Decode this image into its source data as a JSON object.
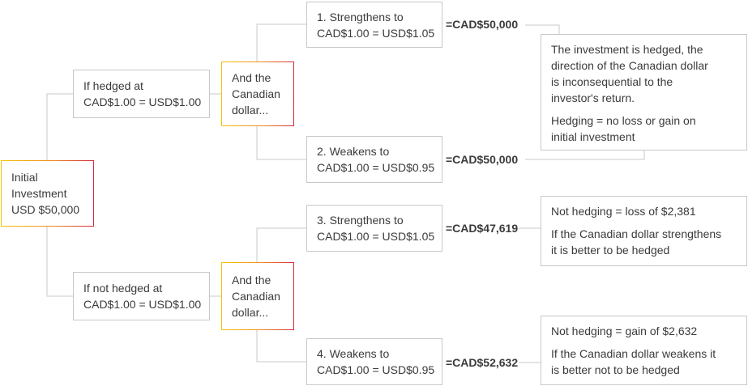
{
  "root": {
    "lines": [
      "Initial",
      "Investment",
      "USD $50,000"
    ]
  },
  "hedged": {
    "lines": [
      "If hedged at",
      "CAD$1.00 = USD$1.00"
    ]
  },
  "not_hedged": {
    "lines": [
      "If not hedged at",
      "CAD$1.00 = USD$1.00"
    ]
  },
  "and_dollar": {
    "lines": [
      "And the",
      "Canadian",
      "dollar..."
    ]
  },
  "outcomes": [
    {
      "lines": [
        "1. Strengthens to",
        "CAD$1.00 = USD$1.05"
      ],
      "result": "=CAD$50,000"
    },
    {
      "lines": [
        "2. Weakens to",
        "CAD$1.00 = USD$0.95"
      ],
      "result": "=CAD$50,000"
    },
    {
      "lines": [
        "3. Strengthens to",
        "CAD$1.00 = USD$1.05"
      ],
      "result": "=CAD$47,619"
    },
    {
      "lines": [
        "4. Weakens to",
        "CAD$1.00 = USD$0.95"
      ],
      "result": "=CAD$52,632"
    }
  ],
  "notes": {
    "hedged": {
      "p1": [
        "The investment is hedged, the",
        "direction of the Canadian dollar",
        "is inconsequential to the",
        "investor's return."
      ],
      "p2": [
        "Hedging = no loss or gain on",
        "initial investment"
      ]
    },
    "strengthen": {
      "p1": [
        "Not hedging = loss of $2,381"
      ],
      "p2": [
        "If the Canadian dollar strengthens",
        "it is better to be hedged"
      ]
    },
    "weaken": {
      "p1": [
        "Not hedging = gain of $2,632"
      ],
      "p2": [
        "If the Canadian dollar weakens it",
        "is better not to be hedged"
      ]
    }
  },
  "colors": {
    "connector": "#c8c8c8",
    "gradient": [
      "#f4c400",
      "#ef8a1e",
      "#d5253a"
    ],
    "text": "#3b3b3b"
  }
}
